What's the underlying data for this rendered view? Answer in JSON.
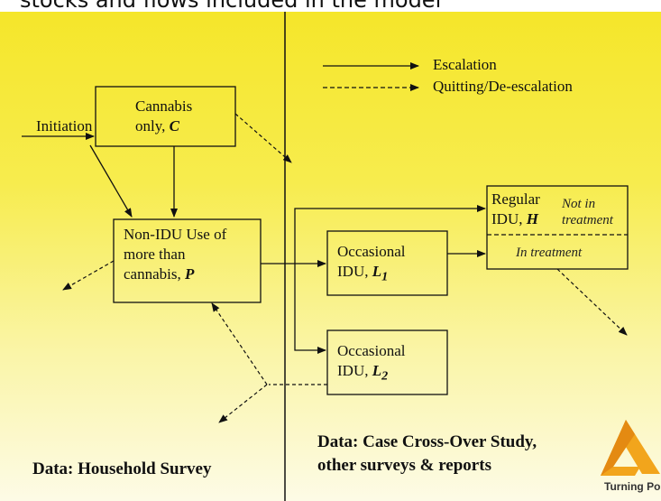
{
  "page_title": "stocks and flows included in the model",
  "legend": {
    "escalation": "Escalation",
    "quitting": "Quitting/De-escalation"
  },
  "labels": {
    "initiation": "Initiation"
  },
  "boxes": {
    "cannabis": {
      "line1": "Cannabis",
      "line2": "only, ",
      "symbol": "C"
    },
    "non_idu": {
      "line1": "Non-IDU Use of",
      "line2": "more than",
      "line3": "cannabis, ",
      "symbol": "P"
    },
    "occ_l1": {
      "line1": "Occasional",
      "line2": "IDU, ",
      "symbol": "L",
      "sub": "1"
    },
    "occ_l2": {
      "line1": "Occasional",
      "line2": "IDU, ",
      "symbol": "L",
      "sub": "2"
    },
    "regular": {
      "line1": "Regular",
      "line2": "IDU, ",
      "symbol": "H",
      "not_in_1": "Not in",
      "not_in_2": "treatment",
      "in_treatment": "In treatment"
    }
  },
  "data_sources": {
    "left": "Data: Household Survey",
    "right_1": "Data: Case Cross-Over Study,",
    "right_2": "other surveys & reports"
  },
  "logo": {
    "text": "Turning Poir"
  },
  "colors": {
    "background_top": "#f5e62a",
    "background_bottom": "#fdfbe6",
    "logo": "#f2a51c"
  }
}
